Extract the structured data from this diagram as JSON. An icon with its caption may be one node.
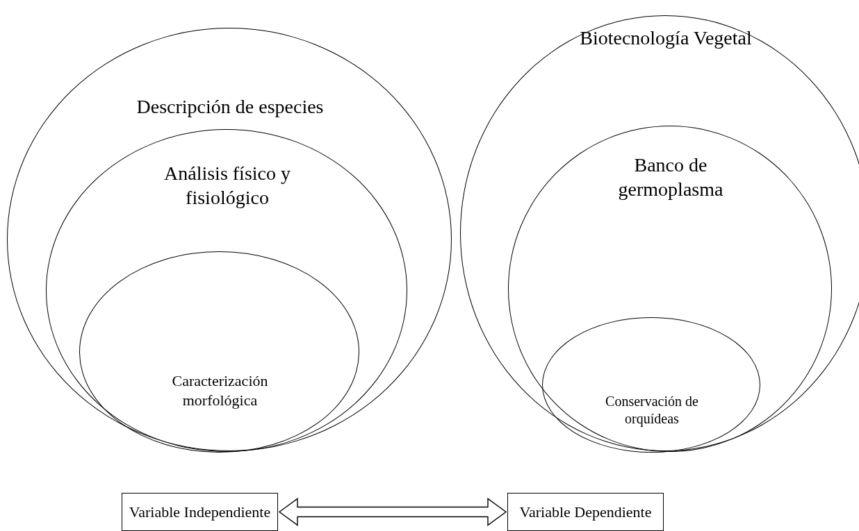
{
  "diagram": {
    "nodes": [
      {
        "text": [
          "Descripción de especies"
        ]
      },
      {
        "text": [
          "Análisis físico y fisiológico"
        ],
        "in": 0
      },
      {
        "text": [
          "Caracterización morfológica"
        ],
        "in": 1
      },
      {
        "text": [
          "Biotecnología Vegetal"
        ]
      },
      {
        "text": [
          "Banco de germoplasma"
        ],
        "in": 3
      },
      {
        "text": [
          "Conservación de orquídeas"
        ],
        "in": 4
      },
      {
        "text": [
          "Variable Independiente"
        ]
      },
      {
        "text": [
          "Variable Dependiente"
        ]
      }
    ],
    "edges": [
      {
        "from": 6,
        "to": 7,
        "arrow": "both"
      }
    ]
  }
}
